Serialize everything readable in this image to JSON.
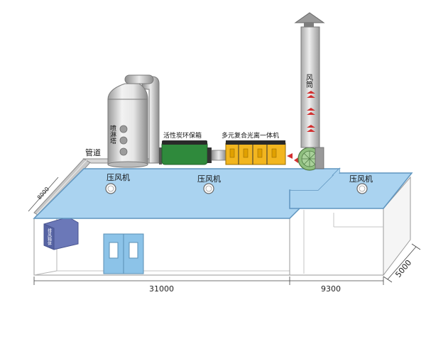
{
  "labels": {
    "pipe": "管道",
    "scrubber": "喷淋塔",
    "carbon_box": "活性炭环保箱",
    "uv_unit": "多元复合光离一体机",
    "chimney": "风筒",
    "blower_1": "压风机",
    "blower_2": "压风机",
    "blower_3": "压风机",
    "side_box": "排风箱体",
    "pipe_length": "8000"
  },
  "dimensions": {
    "main_length": "31000",
    "annex_length": "9300",
    "depth": "5000"
  },
  "colors": {
    "roof": "#aad3f0",
    "roof_edge": "#5f95bf",
    "carbon_box": "#2f8a3c",
    "uv_unit": "#f2b61f",
    "fan": "#8fbf7f",
    "door": "#8cc3e8",
    "side_box": "#6b78b8"
  }
}
